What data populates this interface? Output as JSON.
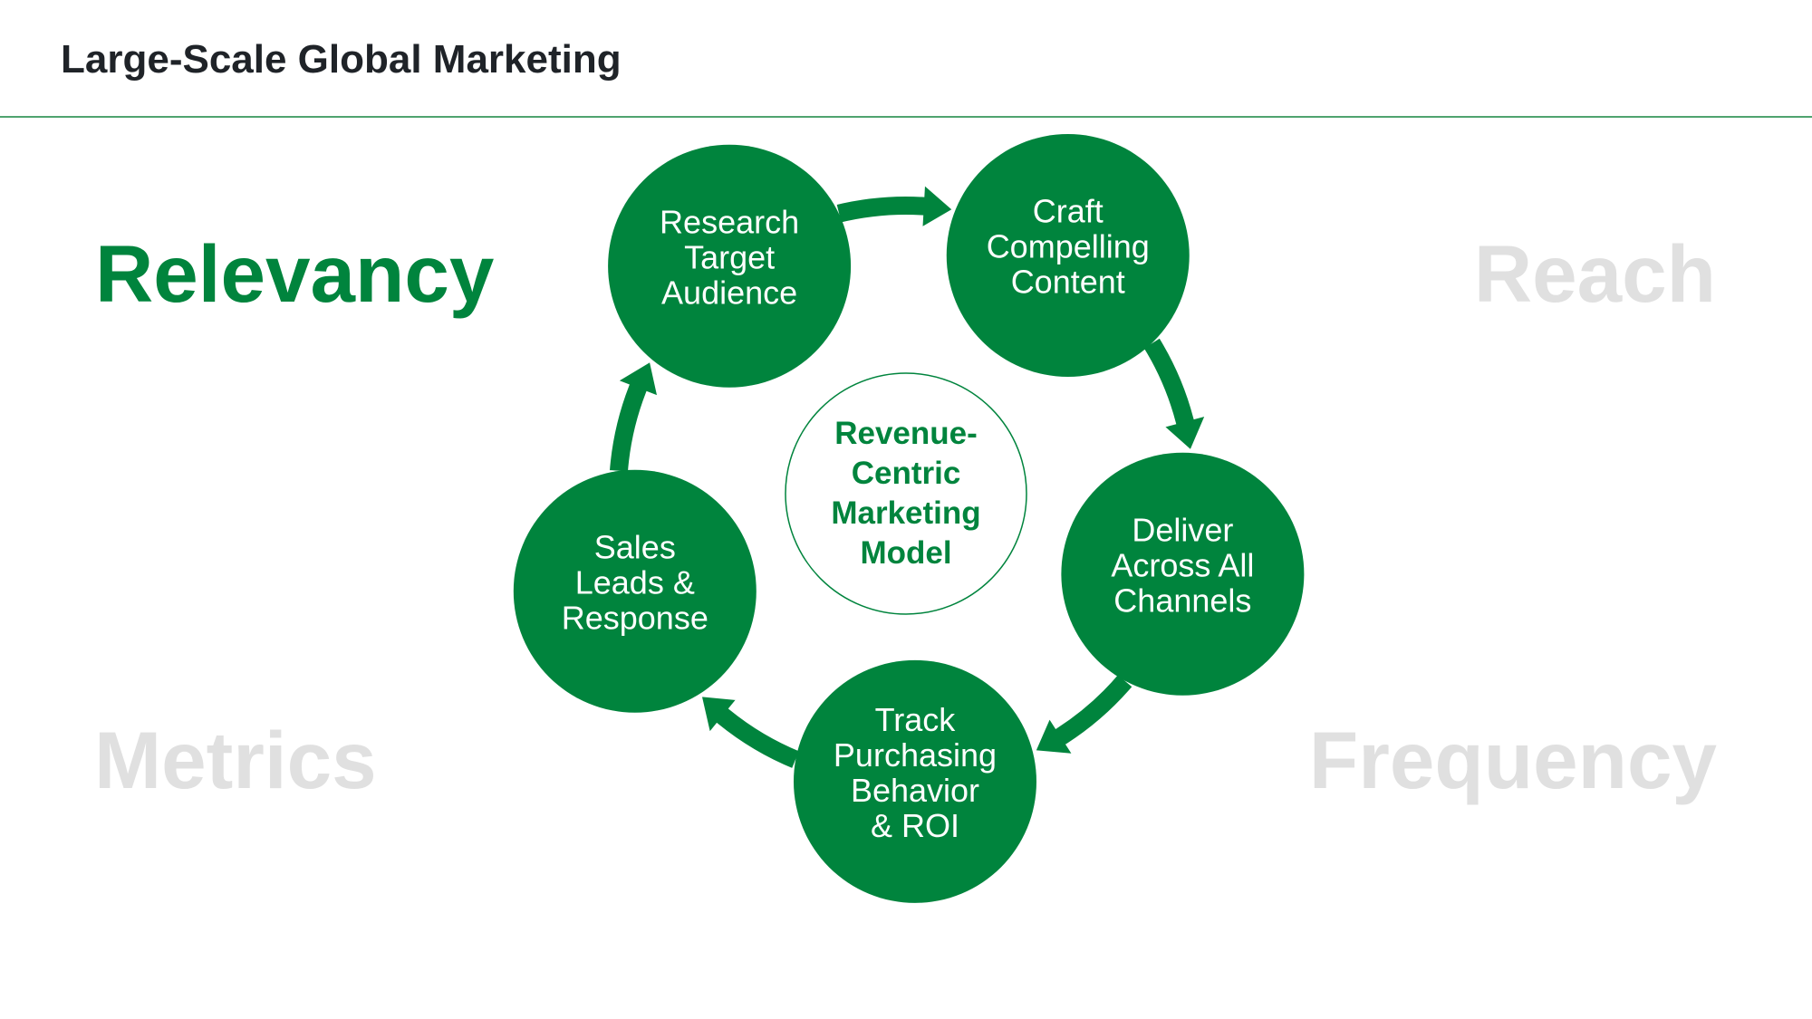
{
  "header": {
    "title": "Large-Scale Global Marketing"
  },
  "colors": {
    "brand_green": "#00843D",
    "rule_green": "#4fa36f",
    "muted_gray": "#e0e0e0",
    "title_dark": "#1f2328"
  },
  "corners": {
    "top_left": {
      "label": "Relevancy",
      "state": "active"
    },
    "top_right": {
      "label": "Reach",
      "state": "muted"
    },
    "bottom_left": {
      "label": "Metrics",
      "state": "muted"
    },
    "bottom_right": {
      "label": "Frequency",
      "state": "muted"
    }
  },
  "cycle": {
    "center_label": "Revenue-\nCentric\nMarketing\nModel",
    "steps": [
      {
        "label": "Research\nTarget\nAudience"
      },
      {
        "label": "Craft\nCompelling\nContent"
      },
      {
        "label": "Deliver\nAcross All\nChannels"
      },
      {
        "label": "Track\nPurchasing\nBehavior\n & ROI"
      },
      {
        "label": "Sales\nLeads &\nResponse"
      }
    ],
    "direction": "clockwise"
  }
}
